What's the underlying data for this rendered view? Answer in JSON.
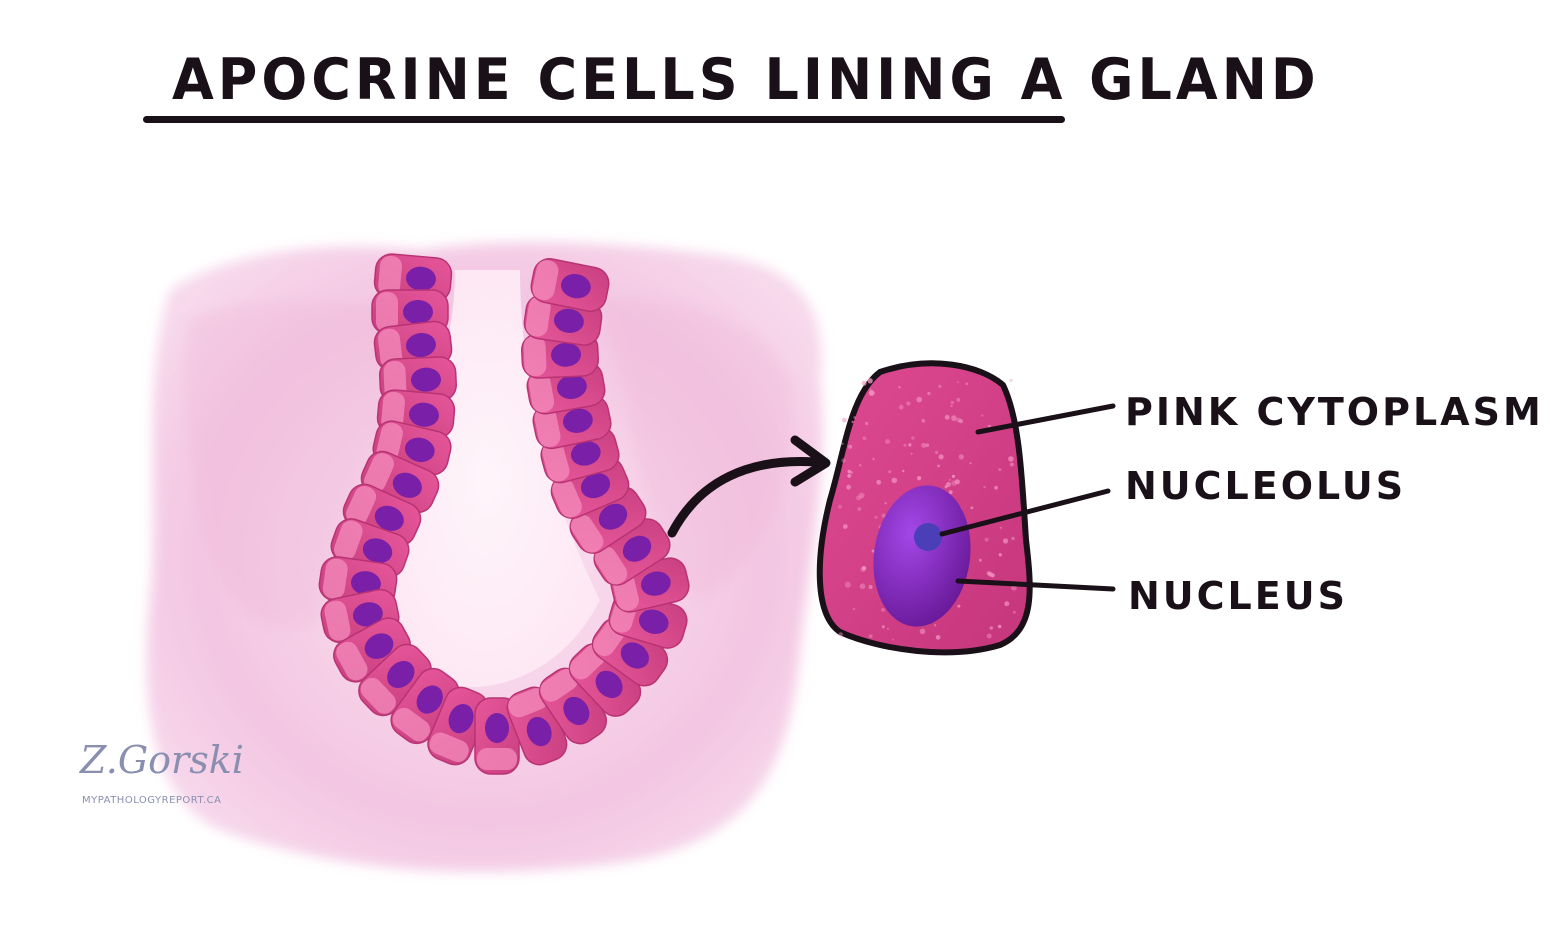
{
  "title": "APOCRINE CELLS LINING A GLAND",
  "labels": {
    "cytoplasm": "PINK CYTOPLASM",
    "nucleolus": "NUCLEOLUS",
    "nucleus": "NUCLEUS"
  },
  "signature": {
    "name": "Z.Gorski",
    "site": "MYPATHOLOGYREPORT.CA"
  },
  "colors": {
    "ink": "#1a1018",
    "background_tissue": "#f4c9e6",
    "cell_pink": "#e0518f",
    "cell_light": "#f48cbc",
    "nucleus_purple": "#7a1fa8",
    "nucleolus_blue": "#4b3fb8"
  }
}
